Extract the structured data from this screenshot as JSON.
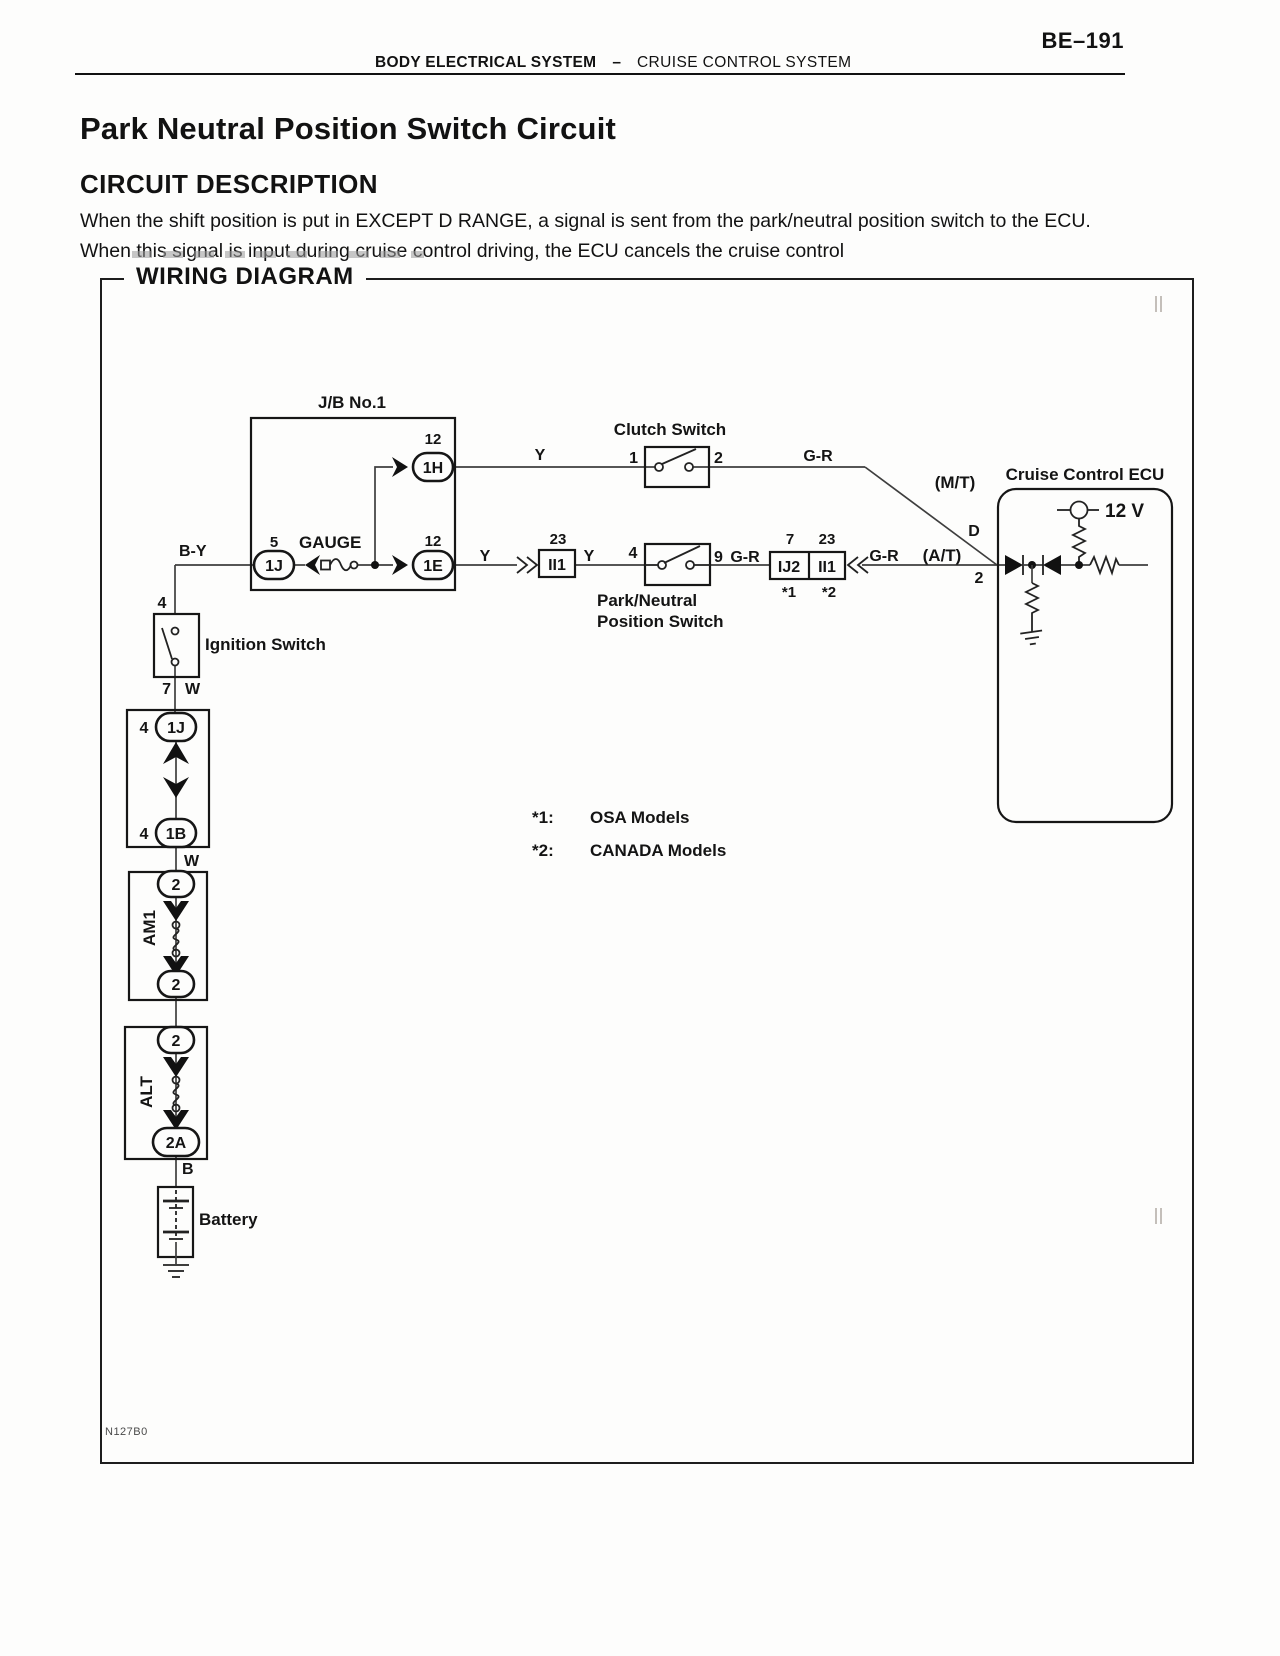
{
  "header": {
    "page_number": "BE–191",
    "section": "BODY ELECTRICAL SYSTEM",
    "divider": "–",
    "subsection": "CRUISE CONTROL SYSTEM"
  },
  "article": {
    "title": "Park Neutral Position Switch Circuit",
    "heading": "CIRCUIT DESCRIPTION",
    "body": "When the shift position is put in EXCEPT D RANGE, a signal is sent from the park/neutral position switch to the ECU. When this signal is input during cruise control driving, the ECU cancels the cruise control"
  },
  "diagram": {
    "title": "WIRING DIAGRAM",
    "figure_code": "N127B0",
    "components": {
      "junction_block": "J/B No.1",
      "clutch_switch": "Clutch Switch",
      "cruise_ecu": "Cruise Control ECU",
      "pn_switch_line1": "Park/Neutral",
      "pn_switch_line2": "Position Switch",
      "ignition_switch": "Ignition Switch",
      "gauge_fuse": "GAUGE",
      "am1_fuse": "AM1",
      "alt_link": "ALT",
      "battery": "Battery",
      "ecu_voltage": "12 V"
    },
    "connectors": {
      "c1h": "1H",
      "c1e": "1E",
      "c1j": "1J",
      "c1b": "1B",
      "cii1": "II1",
      "cij2": "IJ2",
      "c2": "2",
      "c2a": "2A"
    },
    "pins": {
      "p1": "1",
      "p2": "2",
      "p4": "4",
      "p5": "5",
      "p7": "7",
      "p9": "9",
      "p12": "12",
      "p23": "23"
    },
    "wires": {
      "by": "B-Y",
      "y": "Y",
      "gr": "G-R",
      "w": "W",
      "b": "B"
    },
    "tags": {
      "mt": "(M/T)",
      "at": "(A/T)",
      "d": "D",
      "ref1": "*1",
      "ref2": "*2"
    },
    "notes": {
      "n1_ref": "*1:",
      "n1_text": "OSA Models",
      "n2_ref": "*2:",
      "n2_text": "CANADA Models"
    }
  }
}
